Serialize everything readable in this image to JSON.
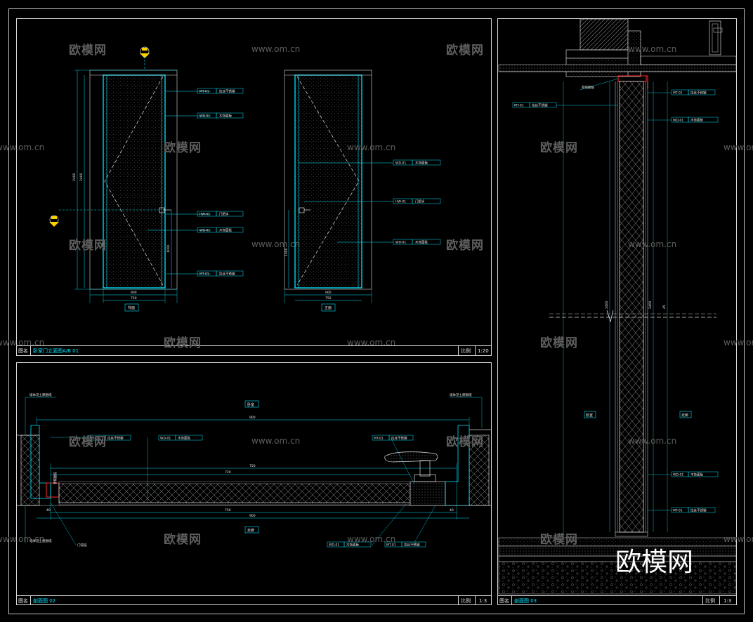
{
  "watermark": {
    "brand": "欧模网",
    "url": "www.om.cn",
    "logo": "欧模网"
  },
  "panel_1": {
    "title": "卧室门立面图A/B 01",
    "scale_label": "比例",
    "scale_value": "1:20",
    "front_caption": "背面",
    "back_caption": "正面",
    "dims": {
      "height": "2400",
      "width": "900",
      "leaf": "750",
      "handle": "1000"
    },
    "front_labels": [
      {
        "code": "MT-01",
        "name": "拉丝不锈钢"
      },
      {
        "code": "WD-01",
        "name": "木饰面板"
      },
      {
        "code": "HW-01",
        "name": "门把手"
      },
      {
        "code": "WD-01",
        "name": "木饰面板"
      },
      {
        "code": "MT-01",
        "name": "拉丝不锈钢"
      }
    ],
    "back_labels": [
      {
        "code": "WD-01",
        "name": "木饰面板"
      },
      {
        "code": "HW-01",
        "name": "门把手"
      },
      {
        "code": "WD-01",
        "name": "木饰面板"
      }
    ]
  },
  "panel_2": {
    "title": "剖面图 02",
    "scale_label": "比例",
    "scale_value": "1:3",
    "side_top": "卧室",
    "side_bottom": "走廊",
    "left_note": "墙体见土建图纸",
    "right_note": "墙体见土建图纸",
    "bottom_note": "墙体见土建图纸",
    "hinge_note": "门铰链",
    "labels": [
      {
        "code": "MT-01",
        "name": "拉丝不锈钢"
      },
      {
        "code": "WD-01",
        "name": "木饰面板"
      },
      {
        "code": "MT-01",
        "name": "拉丝不锈钢"
      },
      {
        "code": "WD-01",
        "name": "木饰面板"
      },
      {
        "code": "MT-01",
        "name": "拉丝不锈钢"
      }
    ],
    "dims": {
      "overall": "900",
      "leaf": "750",
      "inner": "720",
      "left": "40",
      "right": "40"
    }
  },
  "panel_3": {
    "title": "剖面图 03",
    "scale_label": "比例",
    "scale_value": "1:3",
    "side_left": "卧室",
    "side_right": "走廊",
    "top_note": "参照图纸",
    "labels": [
      {
        "code": "MT-01",
        "name": "拉丝不锈钢"
      },
      {
        "code": "WD-01",
        "name": "木饰面板"
      },
      {
        "code": "MT-01",
        "name": "拉丝不锈钢"
      },
      {
        "code": "WD-01",
        "name": "木饰面板"
      },
      {
        "code": "MT-01",
        "name": "拉丝不锈钢"
      }
    ],
    "dims": {
      "height": "2400",
      "frame": "45"
    }
  },
  "bar_prefix": "图名"
}
